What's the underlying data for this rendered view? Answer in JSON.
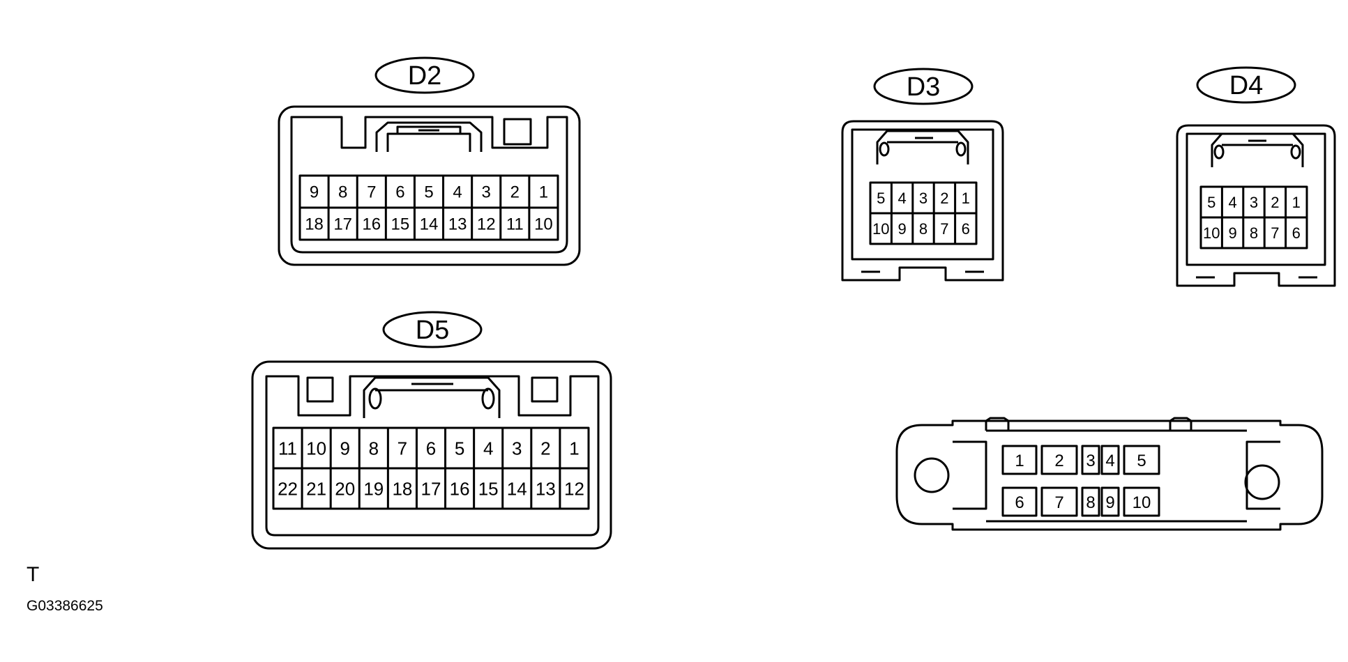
{
  "connectors": {
    "d2": {
      "label": "D2",
      "rows": [
        [
          "9",
          "8",
          "7",
          "6",
          "5",
          "4",
          "3",
          "2",
          "1"
        ],
        [
          "18",
          "17",
          "16",
          "15",
          "14",
          "13",
          "12",
          "11",
          "10"
        ]
      ]
    },
    "d3": {
      "label": "D3",
      "rows": [
        [
          "5",
          "4",
          "3",
          "2",
          "1"
        ],
        [
          "10",
          "9",
          "8",
          "7",
          "6"
        ]
      ]
    },
    "d4": {
      "label": "D4",
      "rows": [
        [
          "5",
          "4",
          "3",
          "2",
          "1"
        ],
        [
          "10",
          "9",
          "8",
          "7",
          "6"
        ]
      ]
    },
    "d5": {
      "label": "D5",
      "rows": [
        [
          "11",
          "10",
          "9",
          "8",
          "7",
          "6",
          "5",
          "4",
          "3",
          "2",
          "1"
        ],
        [
          "22",
          "21",
          "20",
          "19",
          "18",
          "17",
          "16",
          "15",
          "14",
          "13",
          "12"
        ]
      ]
    },
    "dlc": {
      "rows": [
        [
          "1",
          "2",
          "3",
          "4",
          "5"
        ],
        [
          "6",
          "7",
          "8",
          "9",
          "10"
        ]
      ]
    }
  },
  "footer": {
    "letter": "T",
    "code": "G03386625"
  }
}
